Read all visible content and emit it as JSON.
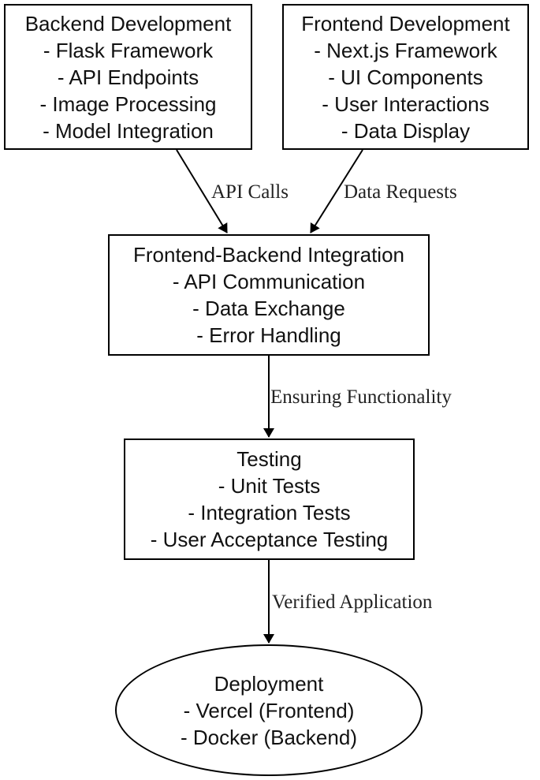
{
  "nodes": {
    "backend": {
      "title": "Backend Development",
      "items": [
        "- Flask Framework",
        "- API Endpoints",
        "- Image Processing",
        "- Model Integration"
      ]
    },
    "frontend": {
      "title": "Frontend Development",
      "items": [
        "- Next.js Framework",
        "- UI Components",
        "- User Interactions",
        "- Data Display"
      ]
    },
    "integration": {
      "title": "Frontend-Backend Integration",
      "items": [
        "- API Communication",
        "- Data Exchange",
        "- Error Handling"
      ]
    },
    "testing": {
      "title": "Testing",
      "items": [
        "- Unit Tests",
        "- Integration Tests",
        "- User Acceptance Testing"
      ]
    },
    "deployment": {
      "title": "Deployment",
      "items": [
        "- Vercel (Frontend)",
        "- Docker (Backend)"
      ]
    }
  },
  "edges": {
    "backend_to_integration": "API Calls",
    "frontend_to_integration": "Data Requests",
    "integration_to_testing": "Ensuring Functionality",
    "testing_to_deployment": "Verified Application"
  }
}
